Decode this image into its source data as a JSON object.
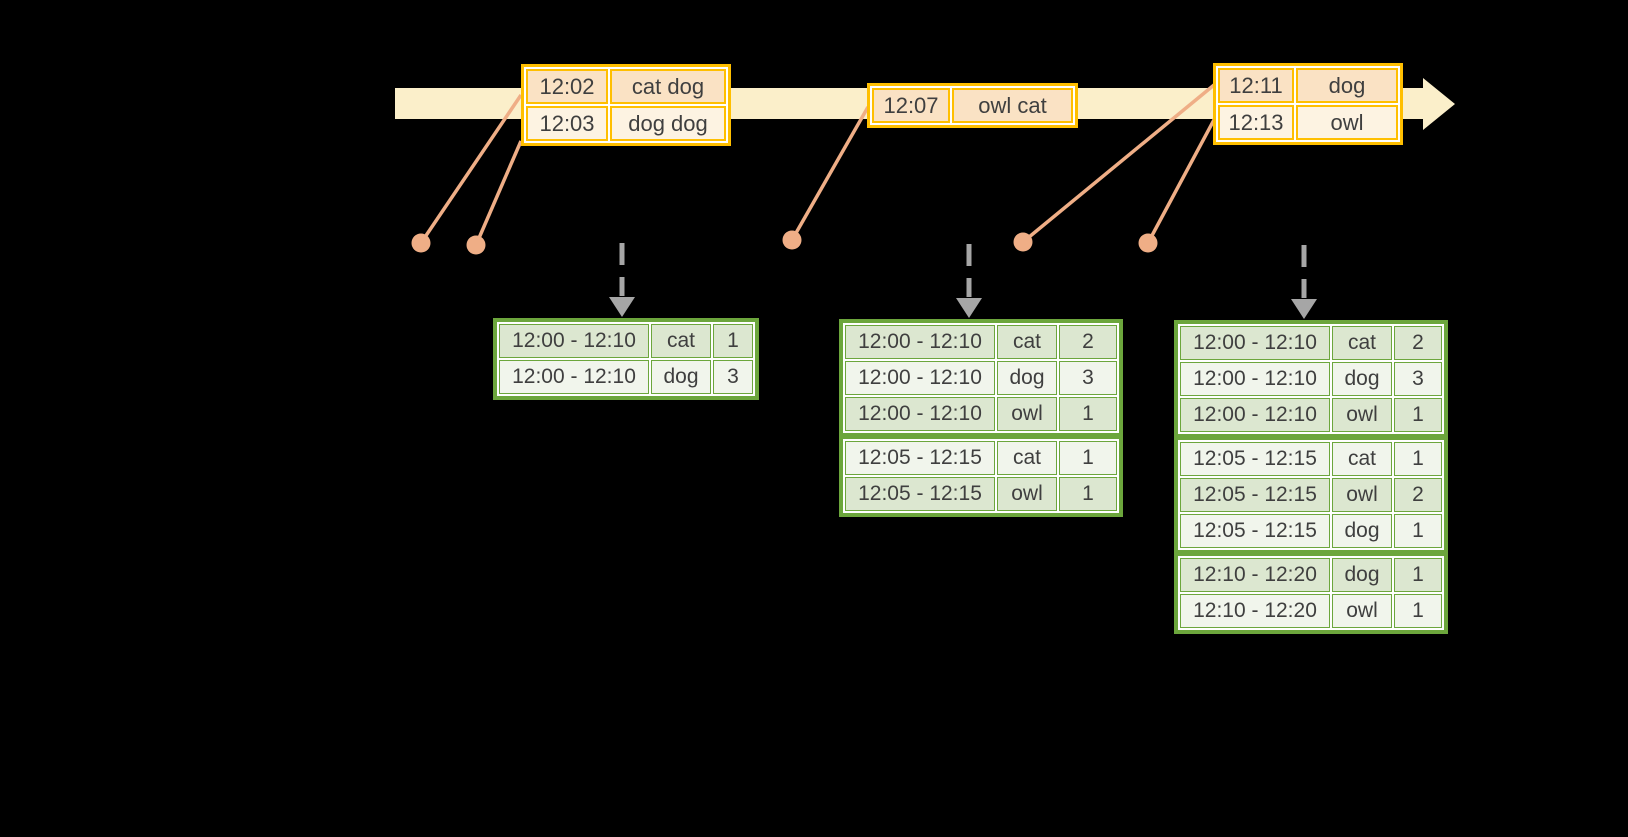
{
  "colors": {
    "background": "#000000",
    "timeline_fill": "#FBEFCA",
    "event_table_border": "#FFBF00",
    "event_row_dark": "#FAE2C4",
    "event_row_light": "#FDF3E2",
    "connector_line": "#EFAE86",
    "result_table_border": "#6CA63C",
    "result_row_dark": "#DCE7D0",
    "result_row_light": "#F1F5EC",
    "dashed_arrow": "#A6A6A6",
    "table_text": "#3F3F3F"
  },
  "event_tables": [
    {
      "rows": [
        {
          "time": "12:02",
          "words": "cat dog"
        },
        {
          "time": "12:03",
          "words": "dog dog"
        }
      ]
    },
    {
      "rows": [
        {
          "time": "12:07",
          "words": "owl cat"
        }
      ]
    },
    {
      "rows": [
        {
          "time": "12:11",
          "words": "dog"
        },
        {
          "time": "12:13",
          "words": "owl"
        }
      ]
    }
  ],
  "result_tables": [
    {
      "rows": [
        {
          "window": "12:00 - 12:10",
          "word": "cat",
          "count": "1"
        },
        {
          "window": "12:00 - 12:10",
          "word": "dog",
          "count": "3"
        }
      ]
    },
    {
      "rows": [
        {
          "window": "12:00 - 12:10",
          "word": "cat",
          "count": "2"
        },
        {
          "window": "12:00 - 12:10",
          "word": "dog",
          "count": "3"
        },
        {
          "window": "12:00 - 12:10",
          "word": "owl",
          "count": "1",
          "group_end": true
        },
        {
          "window": "12:05 - 12:15",
          "word": "cat",
          "count": "1"
        },
        {
          "window": "12:05 - 12:15",
          "word": "owl",
          "count": "1"
        }
      ]
    },
    {
      "rows": [
        {
          "window": "12:00 - 12:10",
          "word": "cat",
          "count": "2"
        },
        {
          "window": "12:00 - 12:10",
          "word": "dog",
          "count": "3"
        },
        {
          "window": "12:00 - 12:10",
          "word": "owl",
          "count": "1",
          "group_end": true
        },
        {
          "window": "12:05 - 12:15",
          "word": "cat",
          "count": "1"
        },
        {
          "window": "12:05 - 12:15",
          "word": "owl",
          "count": "2"
        },
        {
          "window": "12:05 - 12:15",
          "word": "dog",
          "count": "1",
          "group_end": true
        },
        {
          "window": "12:10 - 12:20",
          "word": "dog",
          "count": "1"
        },
        {
          "window": "12:10 - 12:20",
          "word": "owl",
          "count": "1"
        }
      ]
    }
  ]
}
